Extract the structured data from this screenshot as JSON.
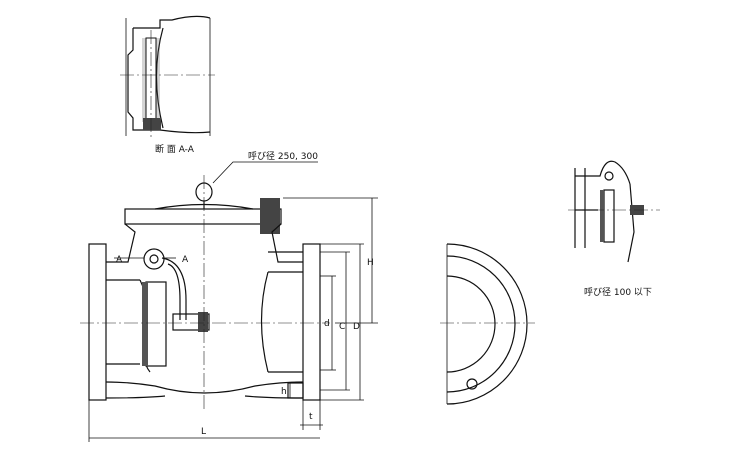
{
  "section_caption": "断 面 A-A",
  "size_note_top": "呼び径 250, 300",
  "size_note_right": "呼び径 100 以下",
  "dimension_labels": {
    "H": "H",
    "d": "d",
    "C": "C",
    "D": "D",
    "h": "h",
    "t": "t",
    "L": "L"
  },
  "section_marks": {
    "left": "A",
    "right": "A"
  }
}
